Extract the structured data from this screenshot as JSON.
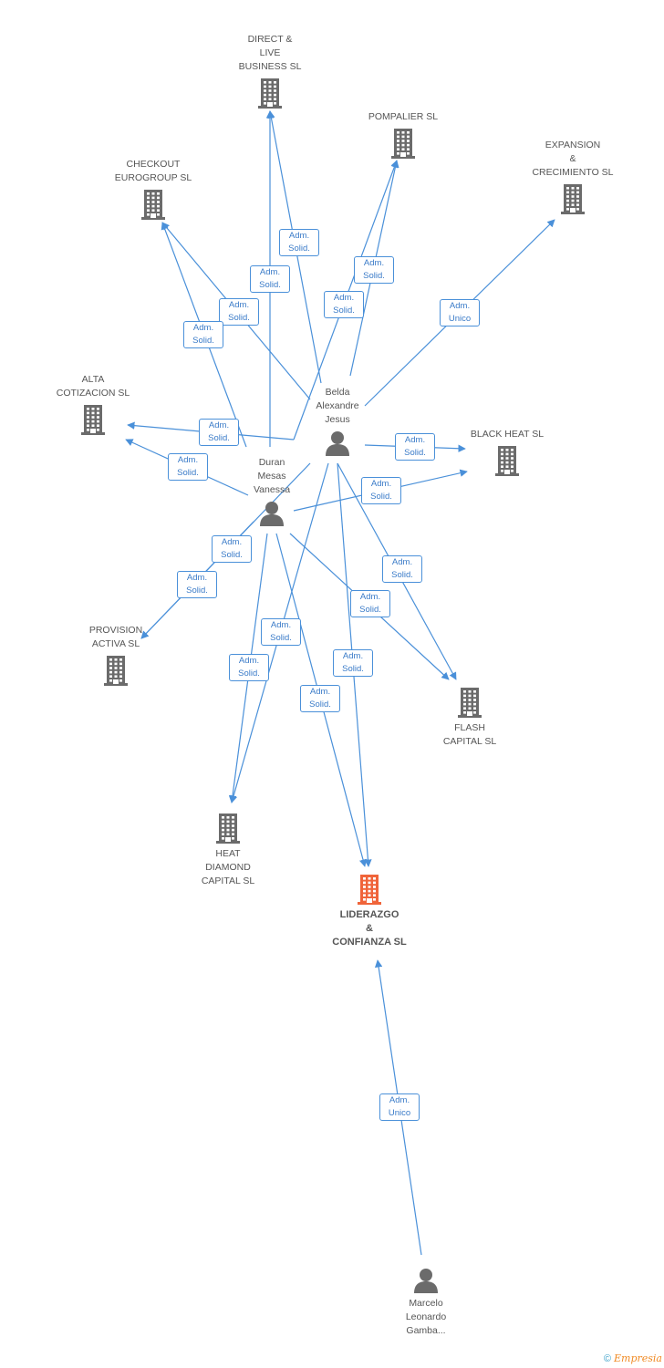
{
  "companies": [
    {
      "id": "direct",
      "label": "DIRECT &\nLIVE\nBUSINESS SL"
    },
    {
      "id": "pompalier",
      "label": "POMPALIER SL"
    },
    {
      "id": "expansion",
      "label": "EXPANSION\n&\nCRECIMIENTO SL"
    },
    {
      "id": "checkout",
      "label": "CHECKOUT\nEUROGROUP SL"
    },
    {
      "id": "alta",
      "label": "ALTA\nCOTIZACION SL"
    },
    {
      "id": "blackheat",
      "label": "BLACK HEAT SL"
    },
    {
      "id": "provision",
      "label": "PROVISION\nACTIVA SL"
    },
    {
      "id": "flash",
      "label": "FLASH\nCAPITAL SL"
    },
    {
      "id": "heat",
      "label": "HEAT\nDIAMOND\nCAPITAL SL"
    },
    {
      "id": "liderazgo",
      "label": "LIDERAZGO\n&\nCONFIANZA SL",
      "main": true
    }
  ],
  "people": [
    {
      "id": "belda",
      "label": "Belda\nAlexandre\nJesus"
    },
    {
      "id": "duran",
      "label": "Duran\nMesas\nVanessa"
    },
    {
      "id": "marcelo",
      "label": "Marcelo\nLeonardo\nGamba..."
    }
  ],
  "relations": [
    {
      "from": "belda",
      "to": "direct",
      "role": "Adm.\nSolid."
    },
    {
      "from": "duran",
      "to": "direct",
      "role": "Adm.\nSolid."
    },
    {
      "from": "belda",
      "to": "pompalier",
      "role": "Adm.\nSolid."
    },
    {
      "from": "duran",
      "to": "pompalier",
      "role": "Adm.\nSolid."
    },
    {
      "from": "belda",
      "to": "expansion",
      "role": "Adm.\nUnico"
    },
    {
      "from": "belda",
      "to": "checkout",
      "role": "Adm.\nSolid."
    },
    {
      "from": "duran",
      "to": "checkout",
      "role": "Adm.\nSolid."
    },
    {
      "from": "belda",
      "to": "alta",
      "role": "Adm.\nSolid."
    },
    {
      "from": "duran",
      "to": "alta",
      "role": "Adm.\nSolid."
    },
    {
      "from": "belda",
      "to": "blackheat",
      "role": "Adm.\nSolid."
    },
    {
      "from": "duran",
      "to": "blackheat",
      "role": "Adm.\nSolid."
    },
    {
      "from": "belda",
      "to": "provision",
      "role": "Adm.\nSolid."
    },
    {
      "from": "duran",
      "to": "provision",
      "role": "Adm.\nSolid."
    },
    {
      "from": "belda",
      "to": "flash",
      "role": "Adm.\nSolid."
    },
    {
      "from": "duran",
      "to": "flash",
      "role": "Adm.\nSolid."
    },
    {
      "from": "belda",
      "to": "heat",
      "role": "Adm.\nSolid."
    },
    {
      "from": "duran",
      "to": "heat",
      "role": "Adm.\nSolid."
    },
    {
      "from": "belda",
      "to": "liderazgo",
      "role": "Adm.\nSolid."
    },
    {
      "from": "duran",
      "to": "liderazgo",
      "role": "Adm.\nSolid."
    },
    {
      "from": "marcelo",
      "to": "liderazgo",
      "role": "Adm.\nUnico"
    }
  ],
  "colors": {
    "edge": "#4a90d9",
    "building": "#6b6b6b",
    "main_building": "#f0643a",
    "person": "#6b6b6b"
  },
  "icons": {
    "company": "building-icon",
    "person": "person-icon"
  },
  "footer": {
    "copyright": "©",
    "brand": "Empresia"
  }
}
